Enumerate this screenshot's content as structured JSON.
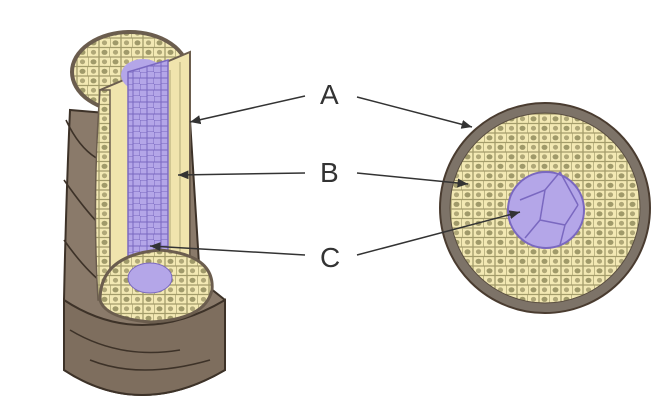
{
  "labels": {
    "a": "A",
    "b": "B",
    "c": "C"
  },
  "colors": {
    "bark": "#8a7a6a",
    "bark_dark": "#4a3c30",
    "cortex": "#f3e9b4",
    "cortex_cell": "#8f8a5e",
    "pith": "#b4a6e8",
    "pith_line": "#7a68c0",
    "arrow": "#333333"
  }
}
